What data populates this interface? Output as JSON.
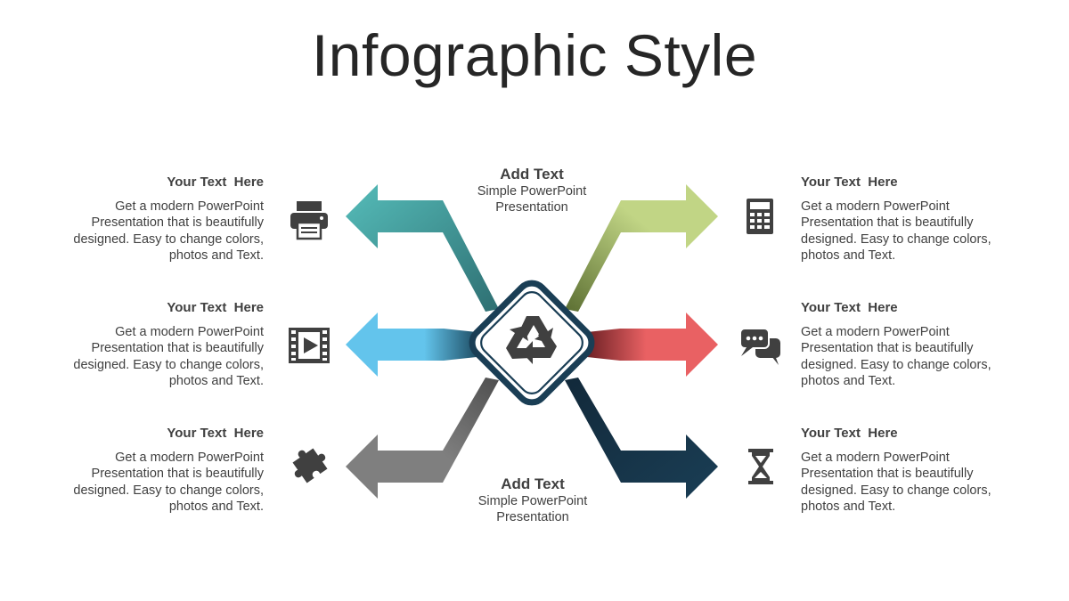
{
  "title": "Infographic Style",
  "center_top": {
    "head": "Add Text",
    "line1": "Simple PowerPoint",
    "line2": "Presentation"
  },
  "center_bottom": {
    "head": "Add Text",
    "line1": "Simple PowerPoint",
    "line2": "Presentation"
  },
  "center_icon": "recycle-icon",
  "blocks": [
    {
      "side": "left",
      "head": "Your Text  Here",
      "body": "Get a modern PowerPoint Presentation that is beautifully designed. Easy to change colors, photos and Text.",
      "icon": "printer-icon",
      "color": "#55bcb9"
    },
    {
      "side": "left",
      "head": "Your Text  Here",
      "body": "Get a modern PowerPoint Presentation that is beautifully designed. Easy to change colors, photos and Text.",
      "icon": "film-play-icon",
      "color": "#63c4ec"
    },
    {
      "side": "left",
      "head": "Your Text  Here",
      "body": "Get a modern PowerPoint Presentation that is beautifully designed. Easy to change colors, photos and Text.",
      "icon": "puzzle-icon",
      "color": "#7f7f7f"
    },
    {
      "side": "right",
      "head": "Your Text  Here",
      "body": "Get a modern PowerPoint Presentation that is beautifully designed. Easy to change colors, photos and Text.",
      "icon": "calculator-icon",
      "color": "#c1d585"
    },
    {
      "side": "right",
      "head": "Your Text  Here",
      "body": "Get a modern PowerPoint Presentation that is beautifully designed. Easy to change colors, photos and Text.",
      "icon": "chat-bubbles-icon",
      "color": "#e96163"
    },
    {
      "side": "right",
      "head": "Your Text  Here",
      "body": "Get a modern PowerPoint Presentation that is beautifully designed. Easy to change colors, photos and Text.",
      "icon": "hourglass-icon",
      "color": "#1a3e55"
    }
  ],
  "hub_border_color": "#1a3e55"
}
